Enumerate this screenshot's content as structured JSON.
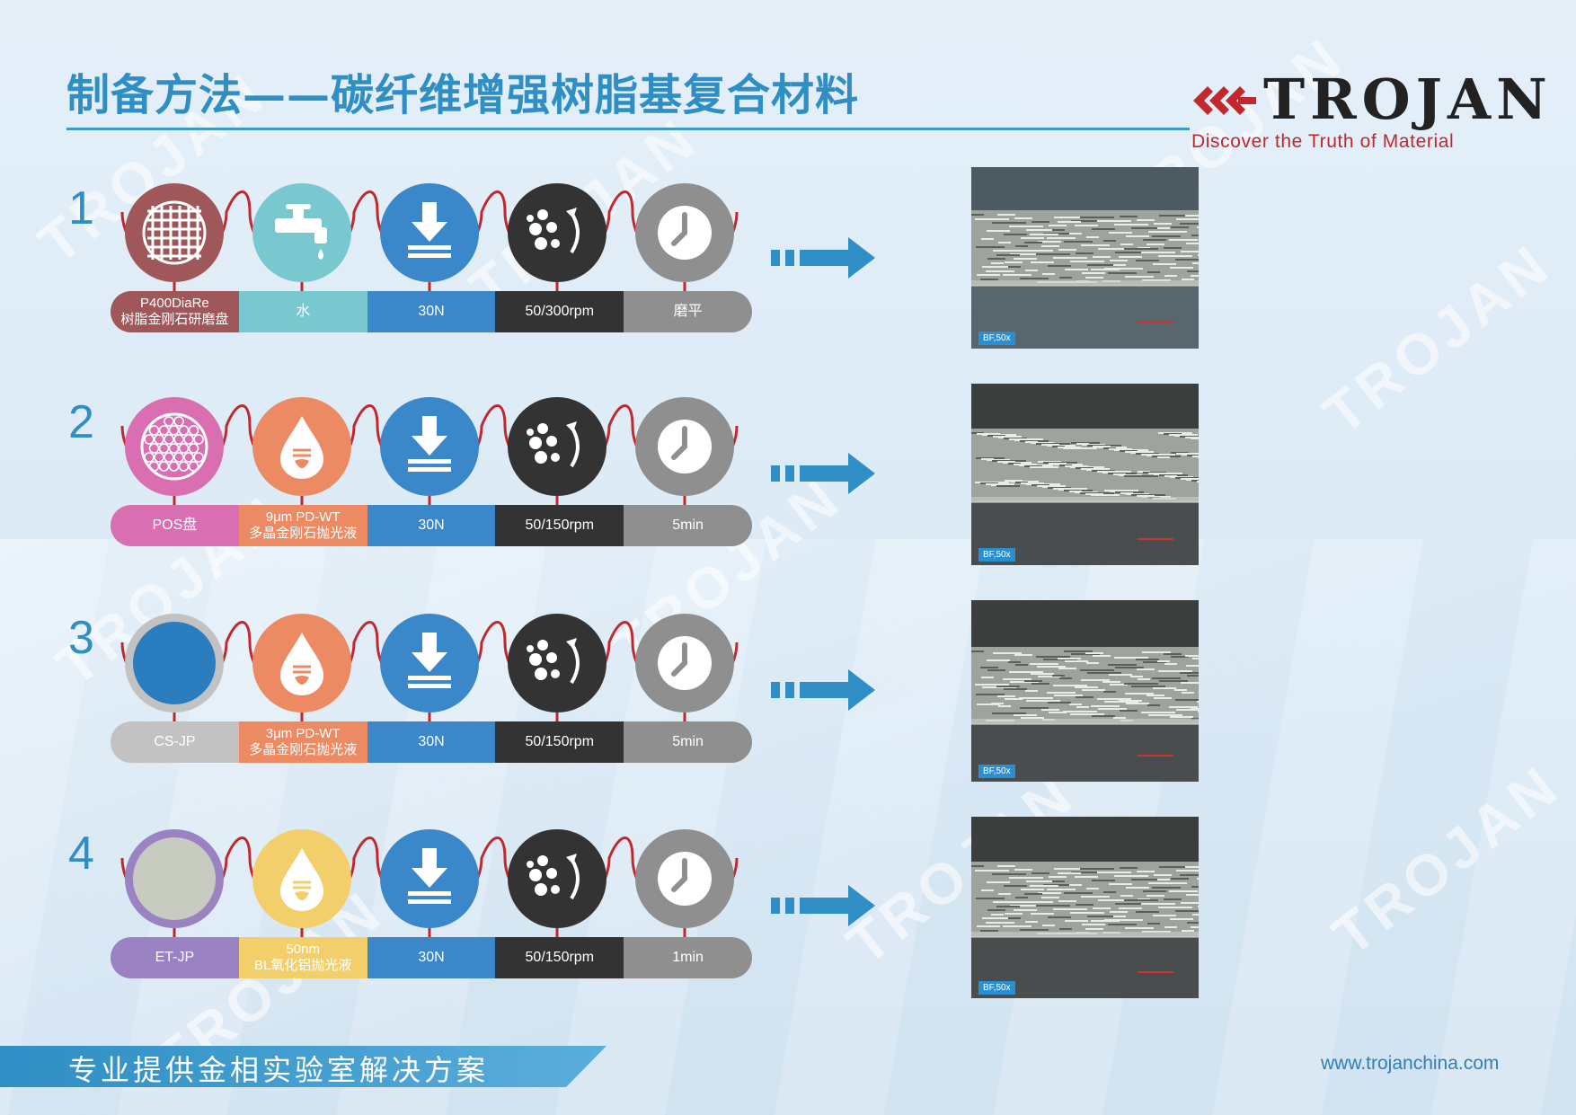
{
  "header": {
    "title": "制备方法——碳纤维增强树脂基复合材料",
    "logo_name": "TROJAN",
    "logo_tagline": "Discover the Truth of Material"
  },
  "steps": [
    {
      "num": "1",
      "icons": [
        "grid-disc-icon",
        "faucet-icon",
        "download-arrow-icon",
        "rotation-icon",
        "clock-icon"
      ],
      "labels": [
        [
          "P400DiaRe",
          "树脂金刚石研磨盘"
        ],
        [
          "水"
        ],
        [
          "30N"
        ],
        [
          "50/300rpm"
        ],
        [
          "磨平"
        ]
      ],
      "badge": "BF,50x"
    },
    {
      "num": "2",
      "icons": [
        "hex-disc-icon",
        "drop-icon",
        "download-arrow-icon",
        "rotation-icon",
        "clock-icon"
      ],
      "labels": [
        [
          "POS盘"
        ],
        [
          "9μm PD-WT",
          "多晶金刚石抛光液"
        ],
        [
          "30N"
        ],
        [
          "50/150rpm"
        ],
        [
          "5min"
        ]
      ],
      "badge": "BF,50x"
    },
    {
      "num": "3",
      "icons": [
        "solid-disc-icon",
        "drop-icon",
        "download-arrow-icon",
        "rotation-icon",
        "clock-icon"
      ],
      "labels": [
        [
          "CS-JP"
        ],
        [
          "3μm PD-WT",
          "多晶金刚石抛光液"
        ],
        [
          "30N"
        ],
        [
          "50/150rpm"
        ],
        [
          "5min"
        ]
      ],
      "badge": "BF,50x"
    },
    {
      "num": "4",
      "icons": [
        "solid-disc-icon",
        "drop-icon",
        "download-arrow-icon",
        "rotation-icon",
        "clock-icon"
      ],
      "labels": [
        [
          "ET-JP"
        ],
        [
          "50nm",
          "BL氧化铝抛光液"
        ],
        [
          "30N"
        ],
        [
          "50/150rpm"
        ],
        [
          "1min"
        ]
      ],
      "badge": "BF,50x"
    }
  ],
  "colors": {
    "accent_blue": "#3d98cc",
    "wave_red": "#c0282e",
    "step1": [
      "#a0575a",
      "#79c8cf",
      "#3a87c9",
      "#333333",
      "#8f8f8f"
    ],
    "step2": [
      "#d96fb0",
      "#ec8a63",
      "#3a87c9",
      "#333333",
      "#8f8f8f"
    ],
    "step3": [
      "#c2c2c2",
      "#ec8a63",
      "#3a87c9",
      "#333333",
      "#8f8f8f"
    ],
    "step4": [
      "#9b83c3",
      "#f2cf6a",
      "#3a87c9",
      "#333333",
      "#8f8f8f"
    ]
  },
  "footer": {
    "slogan": "专业提供金相实验室解决方案",
    "url": "www.trojanchina.com"
  },
  "watermark": "TROJAN"
}
